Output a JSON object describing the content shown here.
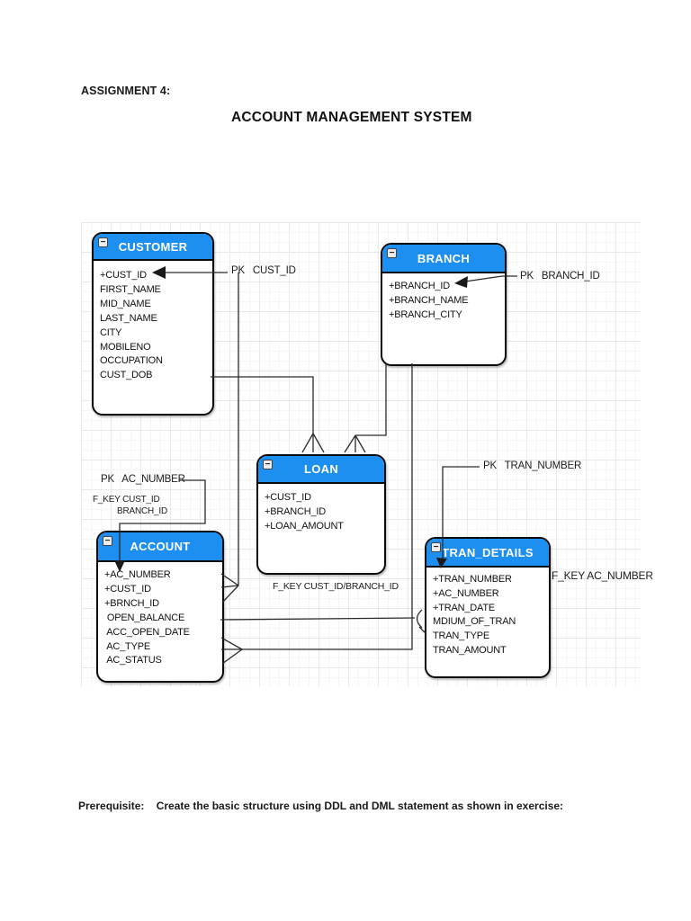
{
  "page": {
    "heading": "ASSIGNMENT 4:",
    "title": "ACCOUNT MANAGEMENT SYSTEM",
    "footer": "Prerequisite:    Create the basic structure using DDL and DML statement as shown in exercise:"
  },
  "diagram": {
    "minimize_glyph": "−",
    "colors": {
      "header_blue": "#1d8ff0",
      "box_border": "#0b0b0b",
      "grid_line": "#e9e9e9"
    },
    "entities": [
      {
        "id": "customer",
        "title": "CUSTOMER",
        "fields": [
          "+CUST_ID",
          "FIRST_NAME",
          "MID_NAME",
          "LAST_NAME",
          "CITY",
          "MOBILENO",
          "OCCUPATION",
          "CUST_DOB"
        ]
      },
      {
        "id": "branch",
        "title": "BRANCH",
        "fields": [
          "+BRANCH_ID",
          "+BRANCH_NAME",
          "+BRANCH_CITY"
        ]
      },
      {
        "id": "loan",
        "title": "LOAN",
        "fields": [
          "+CUST_ID",
          "+BRANCH_ID",
          "+LOAN_AMOUNT"
        ]
      },
      {
        "id": "account",
        "title": "ACCOUNT",
        "fields": [
          "+AC_NUMBER",
          "+CUST_ID",
          "+BRNCH_ID",
          " OPEN_BALANCE",
          " ACC_OPEN_DATE",
          " AC_TYPE",
          " AC_STATUS"
        ]
      },
      {
        "id": "tran_details",
        "title": "TRAN_DETAILS",
        "fields": [
          "+TRAN_NUMBER",
          "+AC_NUMBER",
          "+TRAN_DATE",
          "MDIUM_OF_TRAN",
          "TRAN_TYPE",
          "TRAN_AMOUNT"
        ]
      }
    ],
    "annotations": [
      {
        "id": "pk-cust-id",
        "text": "PK   CUST_ID"
      },
      {
        "id": "pk-branch-id",
        "text": "PK   BRANCH_ID"
      },
      {
        "id": "pk-ac-number",
        "text": "PK   AC_NUMBER"
      },
      {
        "id": "f-key-cust-id",
        "text": "F_KEY CUST_ID"
      },
      {
        "id": "f-key-branch-id",
        "text": "BRANCH_ID"
      },
      {
        "id": "pk-tran-number",
        "text": "PK   TRAN_NUMBER"
      },
      {
        "id": "f-key-loan",
        "text": "F_KEY CUST_ID/BRANCH_ID"
      },
      {
        "id": "f-key-ac-number",
        "text": "F_KEY AC_NUMBER"
      }
    ]
  }
}
